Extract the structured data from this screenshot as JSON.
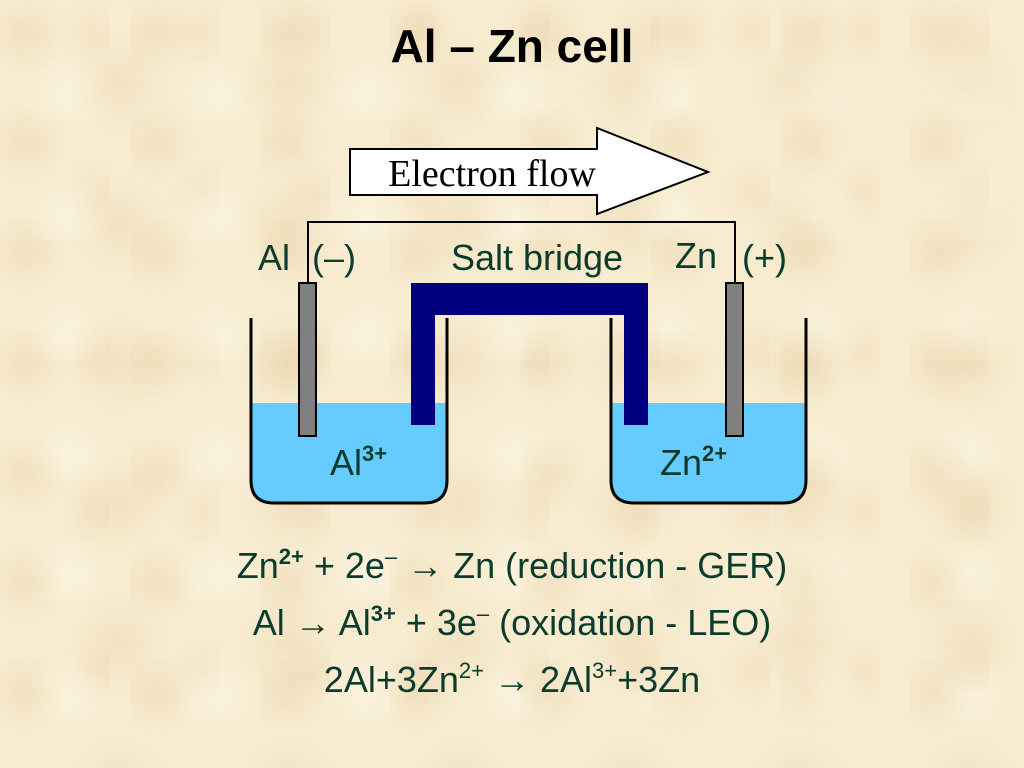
{
  "title": "Al – Zn cell",
  "arrow_label": "Electron flow",
  "labels": {
    "anode": "Al",
    "anode_sign": "(–)",
    "salt_bridge": "Salt bridge",
    "cathode": "Zn",
    "cathode_sign": "(+)"
  },
  "ions": {
    "left_base": "Al",
    "left_sup": "3+",
    "right_base": "Zn",
    "right_sup": "2+"
  },
  "equations": {
    "eq1": {
      "zn": "Zn",
      "zn_sup": "2+",
      "plus_2e": " + 2e",
      "e_sup": "–",
      "arrow": " → ",
      "rest": "Zn (reduction - GER)"
    },
    "eq2": {
      "al": "Al",
      "arrow": " → ",
      "al_ion": "Al",
      "al_sup": "3+",
      "plus_3e": " + 3e",
      "e_sup": "–",
      "rest": " (oxidation - LEO)"
    },
    "eq3": {
      "lhs": "2Al+3Zn",
      "lhs_sup": "2+",
      "arrow": " → ",
      "rhs": "2Al",
      "rhs_sup": "3+",
      "rhs_tail": "+3Zn"
    }
  },
  "colors": {
    "solution": "#66ccff",
    "salt_bridge": "#000080",
    "electrode": "#808080",
    "text": "#0b3b2c",
    "background": "#f7ecd0"
  }
}
